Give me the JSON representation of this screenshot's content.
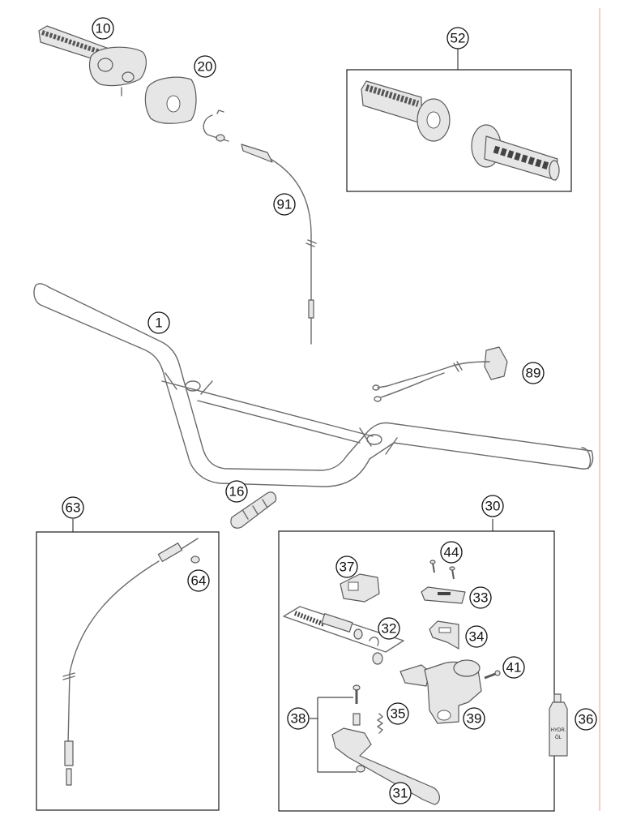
{
  "diagram": {
    "callouts": [
      "10",
      "20",
      "52",
      "91",
      "1",
      "89",
      "16",
      "30",
      "63",
      "64",
      "44",
      "37",
      "33",
      "32",
      "34",
      "41",
      "38",
      "35",
      "39",
      "36",
      "31"
    ],
    "bottle_label": [
      "HYDR.",
      "ÖL"
    ],
    "colors": {
      "line": "#6b6b6b",
      "ink": "#111111",
      "margin_line": "#d04a4a"
    }
  }
}
